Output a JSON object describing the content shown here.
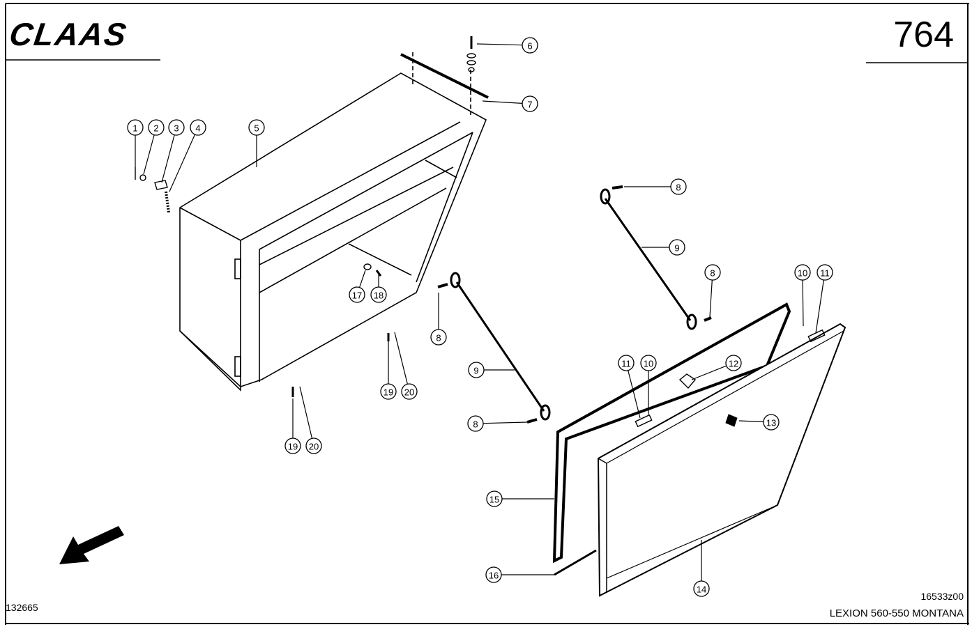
{
  "header": {
    "brand_logo": "CLAAS",
    "page_number": "764"
  },
  "footer": {
    "document_number": "132665",
    "drawing_number": "16533z00",
    "model": "LEXION 560-550 MONTANA"
  },
  "callouts": [
    "1",
    "2",
    "3",
    "4",
    "5",
    "6",
    "7",
    "8",
    "9",
    "8",
    "10",
    "11",
    "8",
    "9",
    "17",
    "18",
    "19",
    "20",
    "19",
    "20",
    "11",
    "10",
    "12",
    "13",
    "8",
    "15",
    "16",
    "14"
  ]
}
